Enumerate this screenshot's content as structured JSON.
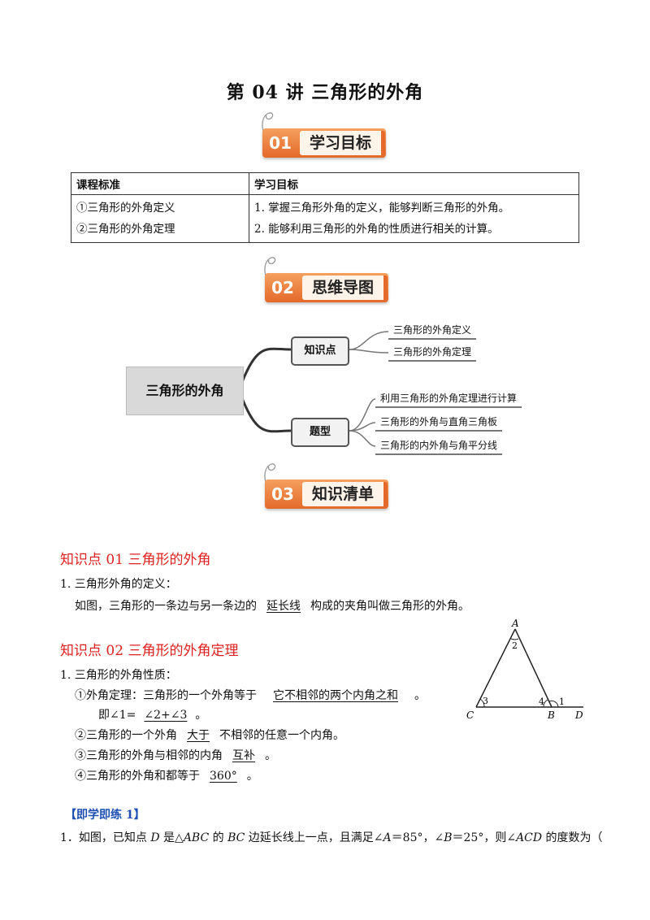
{
  "title": "第 04 讲  三角形的外角",
  "sections": [
    {
      "num": "01",
      "label": "学习目标"
    },
    {
      "num": "02",
      "label": "思维导图"
    },
    {
      "num": "03",
      "label": "知识清单"
    }
  ],
  "goals_table": {
    "headers": [
      "课程标准",
      "学习目标"
    ],
    "standards": [
      "①三角形的外角定义",
      "②三角形的外角定理"
    ],
    "objectives": [
      "1. 掌握三角形外角的定义，能够判断三角形的外角。",
      "2. 能够利用三角形的外角的性质进行相关的计算。"
    ]
  },
  "mindmap": {
    "root": "三角形的外角",
    "branches": [
      {
        "label": "知识点",
        "leaves": [
          "三角形的外角定义",
          "三角形的外角定理"
        ]
      },
      {
        "label": "题型",
        "leaves": [
          "利用三角形的外角定理进行计算",
          "三角形的外角与直角三角板",
          "三角形的内外角与角平分线"
        ]
      }
    ]
  },
  "kp1": {
    "heading": "知识点 01    三角形的外角",
    "item": "1. 三角形外角的定义：",
    "line_pre": "如图，三角形的一条边与另一条边的",
    "line_blank": "延长线",
    "line_post": "构成的夹角叫做三角形的外角。"
  },
  "kp2": {
    "heading": "知识点 02    三角形的外角定理",
    "item": "1. 三角形的外角性质：",
    "l1_pre": "①外角定理：三角形的一个外角等于",
    "l1_blank": "它不相邻的两个内角之和",
    "l1_post": "。",
    "l2_pre": "即∠1=",
    "l2_blank": "∠2+∠3",
    "l2_post": "。",
    "l3_pre": "②三角形的一个外角",
    "l3_blank": "大于",
    "l3_post": "不相邻的任意一个内角。",
    "l4_pre": "③三角形的外角与相邻的内角",
    "l4_blank": "互补",
    "l4_post": "。",
    "l5_pre": "④三角形的外角和都等于",
    "l5_blank": "360°",
    "l5_post": "。"
  },
  "figure": {
    "A": "A",
    "B": "B",
    "C": "C",
    "D": "D",
    "a1": "1",
    "a2": "2",
    "a3": "3",
    "a4": "4"
  },
  "exercise": {
    "title": "【即学即练 1】",
    "q_pre": "1．如图，已知点 ",
    "D": "D",
    "q_mid1": " 是△",
    "ABC": "ABC",
    "q_mid2": " 的 ",
    "BC": "BC",
    "q_mid3": " 边延长线上一点，且满足∠",
    "A": "A",
    "q_mid4": "＝85°，∠",
    "B": "B",
    "q_mid5": "＝25°，则∠",
    "ACD": "ACD",
    "q_post": " 的度数为（"
  },
  "colors": {
    "heading_red": "#e02020",
    "badge_orange": "#e4692a",
    "exercise_blue": "#1f4fb3"
  }
}
